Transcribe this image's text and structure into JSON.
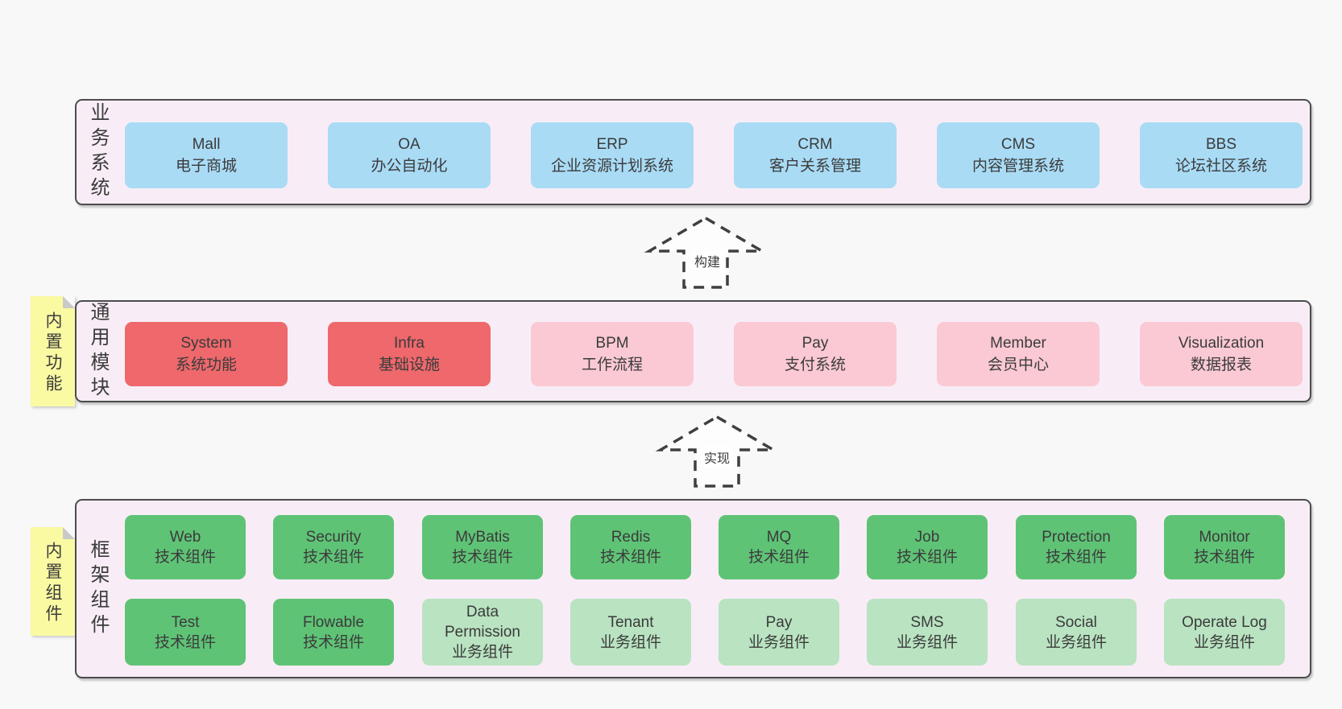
{
  "arrows": {
    "build": "构建",
    "implement": "实现"
  },
  "layer1": {
    "label": "业务系统",
    "boxes": [
      {
        "title": "Mall",
        "subtitle": "电子商城"
      },
      {
        "title": "OA",
        "subtitle": "办公自动化"
      },
      {
        "title": "ERP",
        "subtitle": "企业资源计划系统"
      },
      {
        "title": "CRM",
        "subtitle": "客户关系管理"
      },
      {
        "title": "CMS",
        "subtitle": "内容管理系统"
      },
      {
        "title": "BBS",
        "subtitle": "论坛社区系统"
      }
    ]
  },
  "layer2": {
    "label": "通用模块",
    "sticky": "内置功能",
    "boxes": [
      {
        "title": "System",
        "subtitle": "系统功能"
      },
      {
        "title": "Infra",
        "subtitle": "基础设施"
      },
      {
        "title": "BPM",
        "subtitle": "工作流程"
      },
      {
        "title": "Pay",
        "subtitle": "支付系统"
      },
      {
        "title": "Member",
        "subtitle": "会员中心"
      },
      {
        "title": "Visualization",
        "subtitle": "数据报表"
      }
    ]
  },
  "layer3": {
    "label": "框架组件",
    "sticky": "内置组件",
    "row1": [
      {
        "title": "Web",
        "subtitle": "技术组件"
      },
      {
        "title": "Security",
        "subtitle": "技术组件"
      },
      {
        "title": "MyBatis",
        "subtitle": "技术组件"
      },
      {
        "title": "Redis",
        "subtitle": "技术组件"
      },
      {
        "title": "MQ",
        "subtitle": "技术组件"
      },
      {
        "title": "Job",
        "subtitle": "技术组件"
      },
      {
        "title": "Protection",
        "subtitle": "技术组件"
      },
      {
        "title": "Monitor",
        "subtitle": "技术组件"
      }
    ],
    "row2": [
      {
        "title": "Test",
        "subtitle": "技术组件"
      },
      {
        "title": "Flowable",
        "subtitle": "技术组件"
      },
      {
        "title": "Data Permission",
        "subtitle": "业务组件"
      },
      {
        "title": "Tenant",
        "subtitle": "业务组件"
      },
      {
        "title": "Pay",
        "subtitle": "业务组件"
      },
      {
        "title": "SMS",
        "subtitle": "业务组件"
      },
      {
        "title": "Social",
        "subtitle": "业务组件"
      },
      {
        "title": "Operate Log",
        "subtitle": "业务组件"
      }
    ]
  },
  "colors": {
    "page_bg": "#f8f8f8",
    "container_bg": "#f8edf6",
    "container_border": "#4c4c4c",
    "blue": "#a9dbf5",
    "red": "#ee686c",
    "pink": "#fac9d4",
    "green_dark": "#5fc376",
    "green_light": "#b9e3c1",
    "sticky_yellow": "#fafaa3",
    "fold_gray": "#c9c9c9",
    "text": "#3b3b3b",
    "arrow": "#3f3f3f"
  }
}
